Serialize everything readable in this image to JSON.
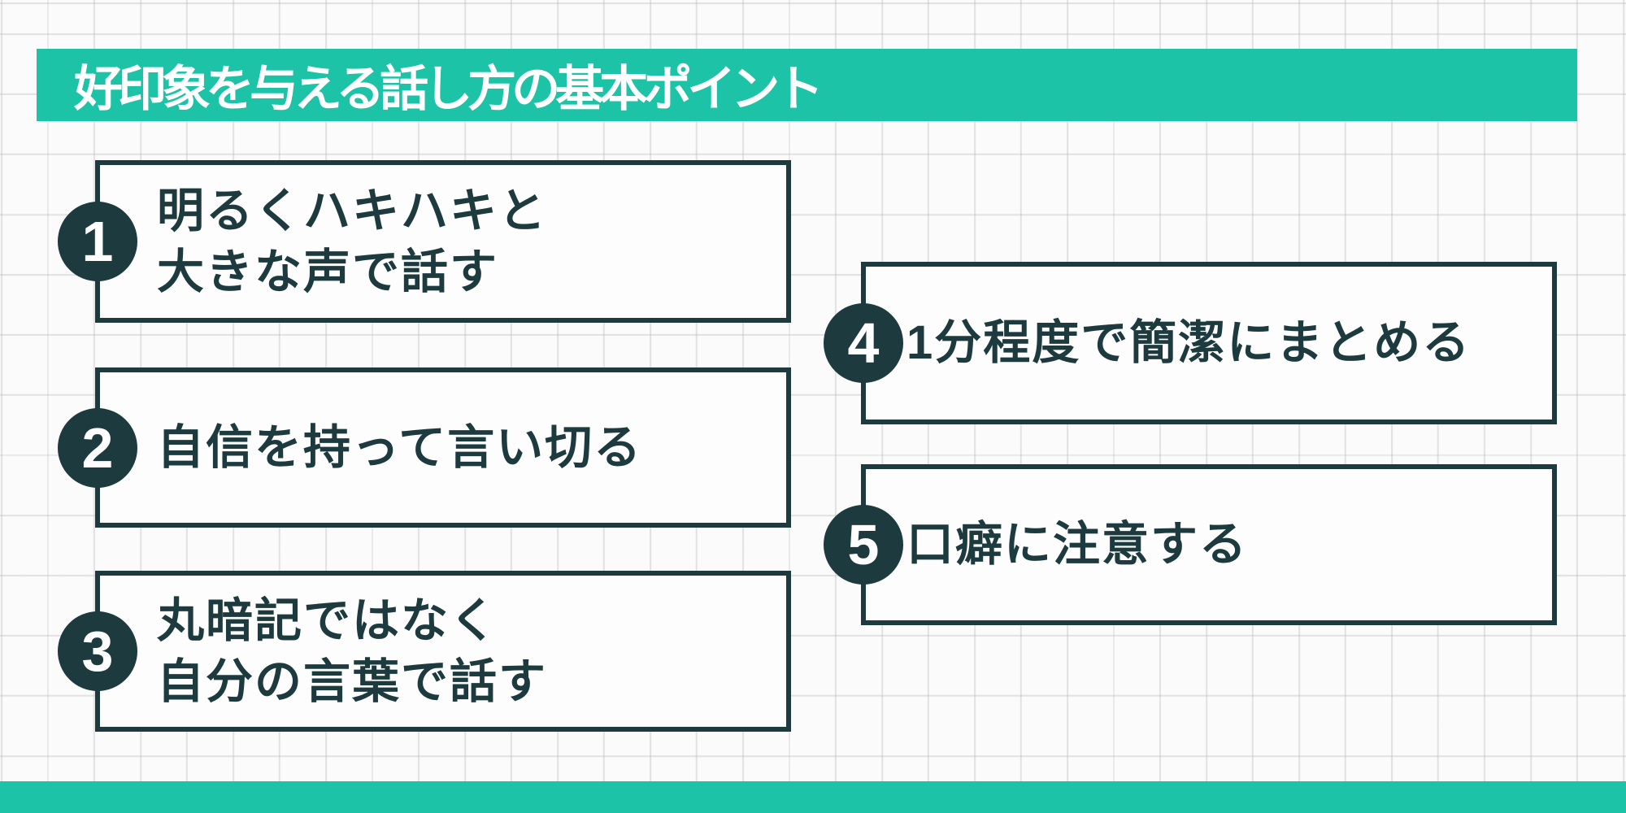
{
  "theme": {
    "teal": "#1dc3a6",
    "dark": "#1d3a3e",
    "paper": "#fbfbfb",
    "box_fill": "#fdfdfd",
    "grid_line": "#dcdcdc",
    "title_text_color": "#ffffff"
  },
  "header": {
    "title": "好印象を与える話し方の基本ポイント"
  },
  "points": [
    {
      "number": "1",
      "line1": "明るくハキハキと",
      "line2": "大きな声で話す"
    },
    {
      "number": "2",
      "line1": "自信を持って言い切る",
      "line2": ""
    },
    {
      "number": "3",
      "line1": "丸暗記ではなく",
      "line2": "自分の言葉で話す"
    },
    {
      "number": "4",
      "line1": "1分程度で簡潔にまとめる",
      "line2": ""
    },
    {
      "number": "5",
      "line1": "口癖に注意する",
      "line2": ""
    }
  ]
}
